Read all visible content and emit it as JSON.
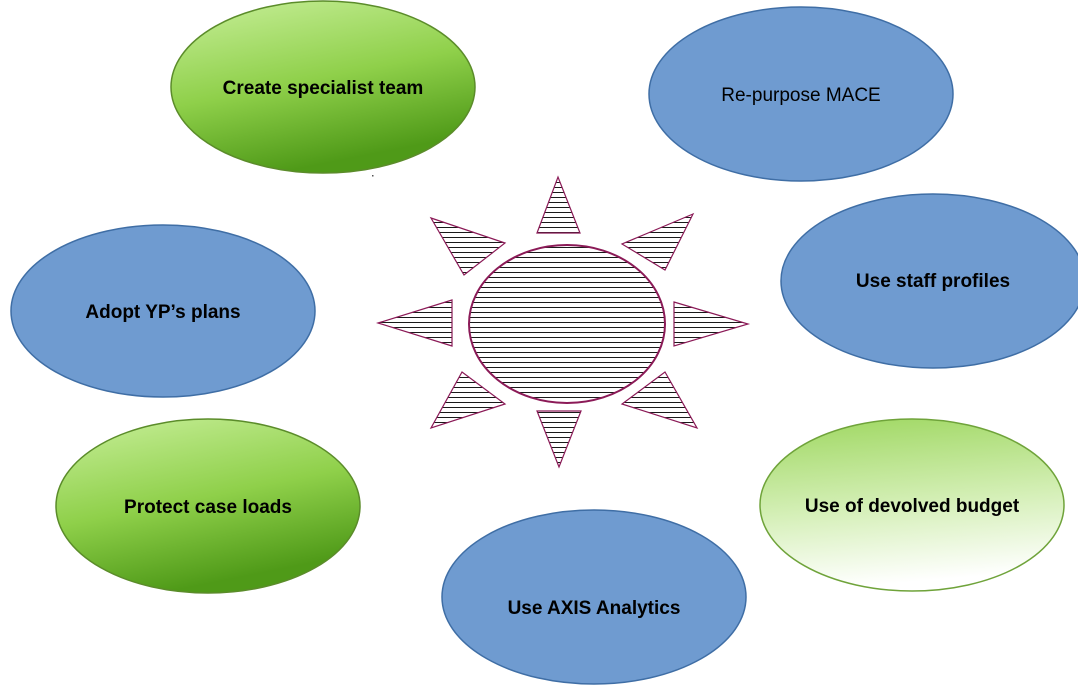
{
  "diagram": {
    "type": "radial-ideas",
    "center": {
      "icon": "sun-icon"
    },
    "nodes": [
      {
        "id": "create-specialist-team",
        "label": "Create specialist team",
        "style": "green",
        "weight": "bold"
      },
      {
        "id": "re-purpose-mace",
        "label": "Re-purpose MACE",
        "style": "blue",
        "weight": "regular"
      },
      {
        "id": "use-staff-profiles",
        "label": "Use staff profiles",
        "style": "blue",
        "weight": "bold"
      },
      {
        "id": "use-devolved-budget",
        "label": "Use of devolved budget",
        "style": "green-light",
        "weight": "bold"
      },
      {
        "id": "use-axis-analytics",
        "label": "Use AXIS Analytics",
        "style": "blue",
        "weight": "bold"
      },
      {
        "id": "protect-case-loads",
        "label": "Protect case loads",
        "style": "green",
        "weight": "bold"
      },
      {
        "id": "adopt-yp-plans",
        "label": "Adopt YP’s plans",
        "style": "blue",
        "weight": "bold"
      }
    ],
    "colors": {
      "blue_fill": "#6f9bd0",
      "blue_stroke": "#3f6ea5",
      "green_light": "#c5ee96",
      "green_dark": "#5aa81c",
      "sun_stroke": "#8b1a57"
    }
  }
}
